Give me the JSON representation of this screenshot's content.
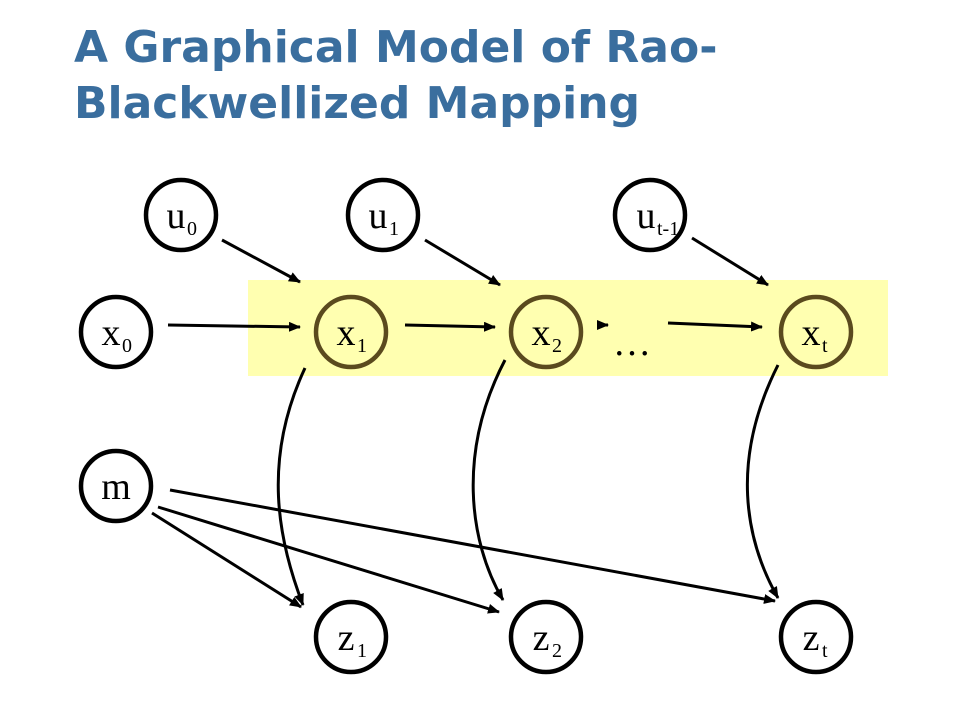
{
  "title": {
    "line1": "A Graphical Model of Rao-",
    "line2": "Blackwellized Mapping"
  },
  "colors": {
    "title": "#3a6e9e",
    "highlight": "#ffffb0",
    "node_stroke": "#000000",
    "highlighted_node_stroke": "#5a4a1e"
  },
  "nodes": [
    {
      "id": "u0",
      "base": "u",
      "sub": "0"
    },
    {
      "id": "u1",
      "base": "u",
      "sub": "1"
    },
    {
      "id": "ut-1",
      "base": "u",
      "sub": "t-1"
    },
    {
      "id": "x0",
      "base": "x",
      "sub": "0"
    },
    {
      "id": "x1",
      "base": "x",
      "sub": "1"
    },
    {
      "id": "x2",
      "base": "x",
      "sub": "2"
    },
    {
      "id": "xt",
      "base": "x",
      "sub": "t"
    },
    {
      "id": "m",
      "base": "m",
      "sub": ""
    },
    {
      "id": "z1",
      "base": "z",
      "sub": "1"
    },
    {
      "id": "z2",
      "base": "z",
      "sub": "2"
    },
    {
      "id": "zt",
      "base": "z",
      "sub": "t"
    }
  ],
  "ellipsis": "…",
  "edges": [
    {
      "from": "u0",
      "to": "x1"
    },
    {
      "from": "u1",
      "to": "x2"
    },
    {
      "from": "ut-1",
      "to": "xt"
    },
    {
      "from": "x0",
      "to": "x1"
    },
    {
      "from": "x1",
      "to": "x2"
    },
    {
      "from": "x2",
      "to": "ellipsis"
    },
    {
      "from": "ellipsis",
      "to": "xt"
    },
    {
      "from": "x1",
      "to": "z1"
    },
    {
      "from": "x2",
      "to": "z2"
    },
    {
      "from": "xt",
      "to": "zt"
    },
    {
      "from": "m",
      "to": "z1"
    },
    {
      "from": "m",
      "to": "z2"
    },
    {
      "from": "m",
      "to": "zt"
    }
  ]
}
